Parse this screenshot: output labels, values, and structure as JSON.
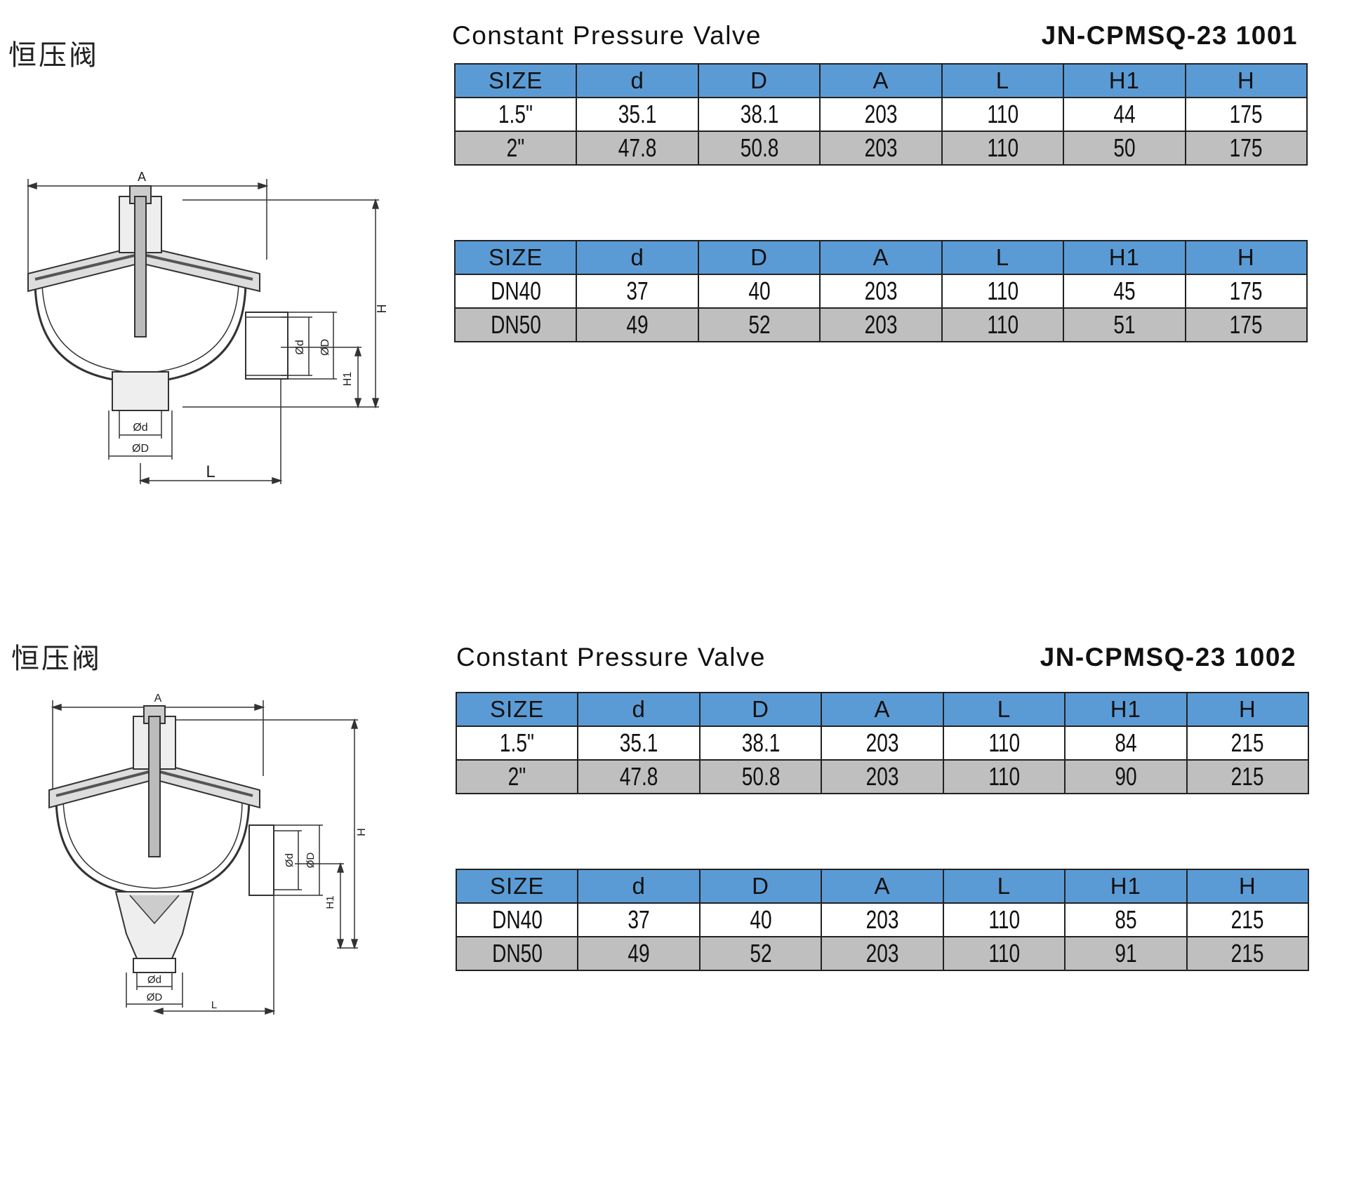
{
  "sections": [
    {
      "cn_title": "恒压阀",
      "en_title": "Constant Pressure Valve",
      "code": "JN-CPMSQ-23 1001",
      "drawing_labels": {
        "A": "A",
        "H": "H",
        "H1": "H1",
        "d_side": "Ød",
        "D_side": "ØD",
        "d_bottom": "Ød",
        "D_bottom": "ØD",
        "L": "L"
      },
      "headers": [
        "SIZE",
        "d",
        "D",
        "A",
        "L",
        "H1",
        "H"
      ],
      "tables": [
        [
          [
            "1.5\"",
            "35.1",
            "38.1",
            "203",
            "110",
            "44",
            "175"
          ],
          [
            "2\"",
            "47.8",
            "50.8",
            "203",
            "110",
            "50",
            "175"
          ]
        ],
        [
          [
            "DN40",
            "37",
            "40",
            "203",
            "110",
            "45",
            "175"
          ],
          [
            "DN50",
            "49",
            "52",
            "203",
            "110",
            "51",
            "175"
          ]
        ]
      ]
    },
    {
      "cn_title": "恒压阀",
      "en_title": "Constant Pressure Valve",
      "code": "JN-CPMSQ-23 1002",
      "drawing_labels": {
        "A": "A",
        "H": "H",
        "H1": "H1",
        "d_side": "Ød",
        "D_side": "ØD",
        "d_bottom": "Ød",
        "D_bottom": "ØD",
        "L": "L"
      },
      "headers": [
        "SIZE",
        "d",
        "D",
        "A",
        "L",
        "H1",
        "H"
      ],
      "tables": [
        [
          [
            "1.5\"",
            "35.1",
            "38.1",
            "203",
            "110",
            "84",
            "215"
          ],
          [
            "2\"",
            "47.8",
            "50.8",
            "203",
            "110",
            "90",
            "215"
          ]
        ],
        [
          [
            "DN40",
            "37",
            "40",
            "203",
            "110",
            "85",
            "215"
          ],
          [
            "DN50",
            "49",
            "52",
            "203",
            "110",
            "91",
            "215"
          ]
        ]
      ]
    }
  ]
}
